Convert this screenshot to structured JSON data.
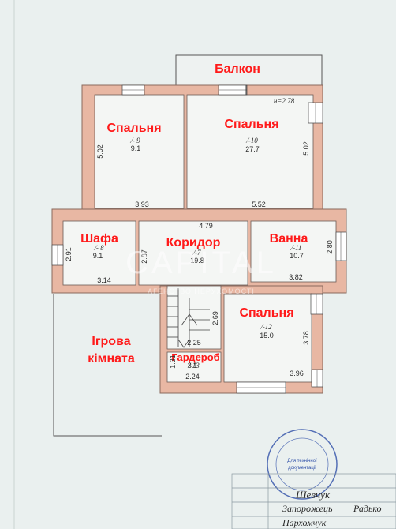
{
  "rooms": {
    "balcony": "Балкон",
    "bedroom_left": "Спальня",
    "bedroom_right": "Спальня",
    "wardrobe_shafa": "Шафа",
    "corridor": "Коридор",
    "bathroom": "Ванна",
    "bedroom_bottom": "Спальня",
    "playroom_line1": "Ігрова",
    "playroom_line2": "кімната",
    "dressing_room": "Гардероб"
  },
  "areas": {
    "bedroom_left": {
      "id": "⁄- 9",
      "area": "9.1"
    },
    "bedroom_right": {
      "id": "⁄-10",
      "area": "27.7"
    },
    "shafa": {
      "id": "⁄- 8",
      "area": "9.1"
    },
    "corridor": {
      "id": "⁄-7",
      "area": "19.8"
    },
    "bathroom": {
      "id": "⁄-11",
      "area": "10.7"
    },
    "bedroom_bottom": {
      "id": "⁄-12",
      "area": "15.0"
    },
    "dressing": {
      "id": "⁄-13",
      "area": "3.1"
    }
  },
  "dimensions": {
    "d502_left": "5.02",
    "d502_right": "5.02",
    "d393": "3.93",
    "d552": "5.52",
    "d479": "4.79",
    "d291": "2.91",
    "d287": "2.87",
    "d314": "3.14",
    "d280": "2.80",
    "d382": "3.82",
    "d269": "2.69",
    "d378": "3.78",
    "d225": "2.25",
    "d131": "1.31",
    "d224": "2.24",
    "d396": "3.96"
  },
  "handwritten_note": "н=2.78",
  "watermark": {
    "brand": "CAPITAL",
    "sub": "АГЕНСТВО НЕРУХОМОСТІ"
  },
  "stamp": {
    "line1": "Для технічної",
    "line2": "документації"
  },
  "signatures": [
    "Шевчук",
    "Запорожець",
    "Радько",
    "Пархомчук"
  ],
  "colors": {
    "wall_fill": "#e8b7a3",
    "wall_stroke": "#8a6a5e",
    "room_fill": "#f4f6f4",
    "label": "#ff1a1a",
    "stamp": "#2e4fa8"
  }
}
